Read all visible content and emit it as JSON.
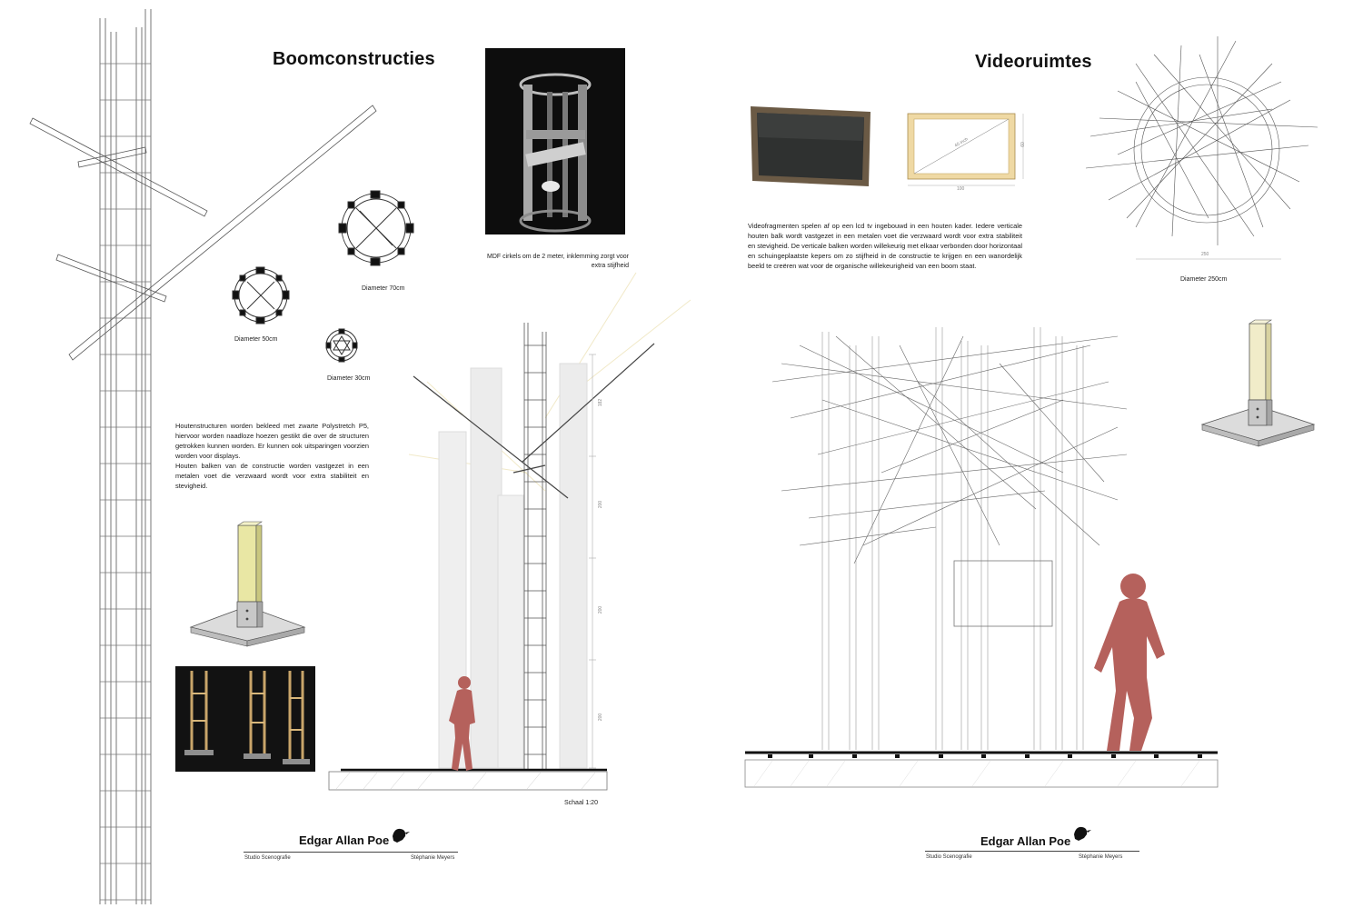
{
  "left_panel": {
    "title": "Boomconstructies",
    "photo_caption": "MDF cirkels om de 2 meter, inklemming zorgt voor extra stijfheid",
    "diameters": [
      "Diameter 70cm",
      "Diameter 50cm",
      "Diameter 30cm"
    ],
    "description": "Houtenstructuren worden bekleed met zwarte Polystretch P5, hiervoor worden naadloze hoezen gestikt die over de structuren getrokken kunnen worden. Er kunnen ook uitsparingen voorzien worden voor displays.",
    "description2": "Houten balken van de constructie worden vastgezet in een metalen voet die verzwaard wordt voor extra stabiliteit en stevigheid.",
    "dimensions": [
      "182",
      "200",
      "200",
      "200"
    ],
    "scale": "Schaal  1:20",
    "footer": {
      "brand": "Edgar Allan Poe",
      "studio": "Studio Scenografie",
      "author": "Stéphanie Meyers"
    }
  },
  "right_panel": {
    "title": "Videoruimtes",
    "frame_dims": {
      "diagonal": "40 inch",
      "width": "100",
      "height": "60"
    },
    "description": "Videofragmenten spelen af op een lcd tv ingebouwd in een houten kader. Iedere verticale houten balk wordt vastgezet in een metalen voet die verzwaard wordt voor extra stabiliteit en stevigheid. De verticale balken worden willekeurig met elkaar verbonden door horizontaal en schuingeplaatste kepers om zo stijfheid in de constructie te krijgen en een wanordelijk beeld te creëren wat voor de organische willekeurigheid van een boom staat.",
    "plan_dim": "250",
    "diameter": "Diameter 250cm",
    "footer": {
      "brand": "Edgar Allan Poe",
      "studio": "Studio Scenografie",
      "author": "Stéphanie Meyers"
    }
  },
  "colors": {
    "figure": "#b5615c",
    "wood": "#e9d29a",
    "ink": "#333333"
  }
}
